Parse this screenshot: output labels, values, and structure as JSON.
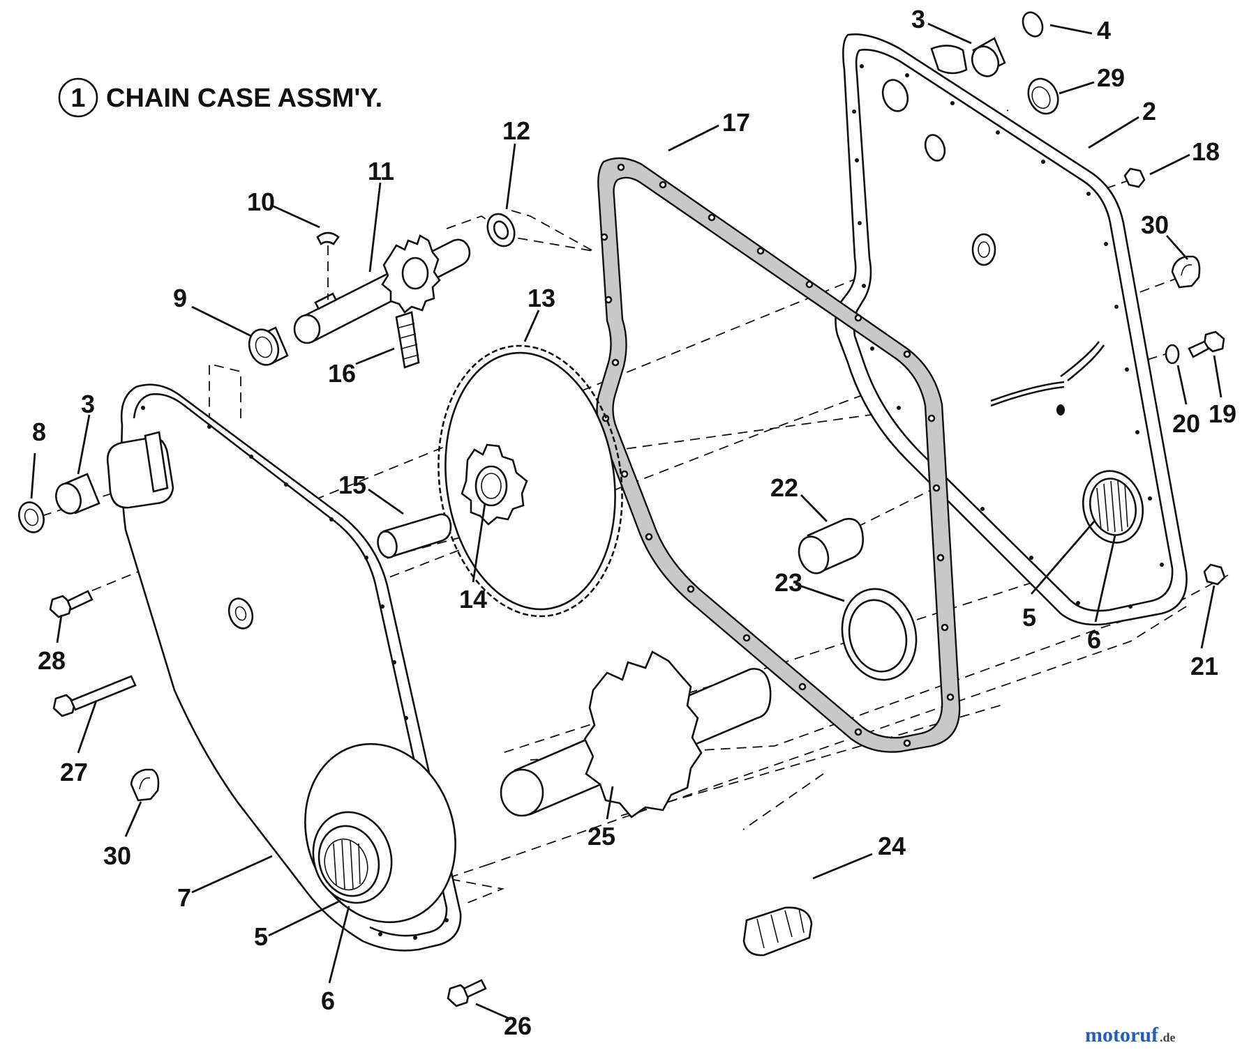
{
  "title": {
    "number": "1",
    "text": "CHAIN CASE ASSM'Y."
  },
  "callouts": [
    {
      "id": "c1",
      "text": "3"
    },
    {
      "id": "c2",
      "text": "4"
    },
    {
      "id": "c3",
      "text": "29"
    },
    {
      "id": "c4",
      "text": "2"
    },
    {
      "id": "c5",
      "text": "17"
    },
    {
      "id": "c6",
      "text": "18"
    },
    {
      "id": "c7",
      "text": "12"
    },
    {
      "id": "c8",
      "text": "11"
    },
    {
      "id": "c9",
      "text": "10"
    },
    {
      "id": "c10",
      "text": "30"
    },
    {
      "id": "c11",
      "text": "9"
    },
    {
      "id": "c12",
      "text": "13"
    },
    {
      "id": "c13",
      "text": "16"
    },
    {
      "id": "c14",
      "text": "19"
    },
    {
      "id": "c15",
      "text": "20"
    },
    {
      "id": "c16",
      "text": "8"
    },
    {
      "id": "c17",
      "text": "3"
    },
    {
      "id": "c18",
      "text": "15"
    },
    {
      "id": "c19",
      "text": "22"
    },
    {
      "id": "c20",
      "text": "14"
    },
    {
      "id": "c21",
      "text": "23"
    },
    {
      "id": "c22",
      "text": "5"
    },
    {
      "id": "c23",
      "text": "6"
    },
    {
      "id": "c24",
      "text": "28"
    },
    {
      "id": "c25",
      "text": "21"
    },
    {
      "id": "c26",
      "text": "27"
    },
    {
      "id": "c27",
      "text": "30"
    },
    {
      "id": "c28",
      "text": "25"
    },
    {
      "id": "c29",
      "text": "24"
    },
    {
      "id": "c30",
      "text": "7"
    },
    {
      "id": "c31",
      "text": "5"
    },
    {
      "id": "c32",
      "text": "6"
    },
    {
      "id": "c33",
      "text": "26"
    }
  ],
  "watermark": {
    "brand": "motoruf",
    "tld": ".de",
    "colors": [
      "#2a5db0",
      "#d9342b",
      "#f2b01e",
      "#2a8f3c"
    ]
  }
}
